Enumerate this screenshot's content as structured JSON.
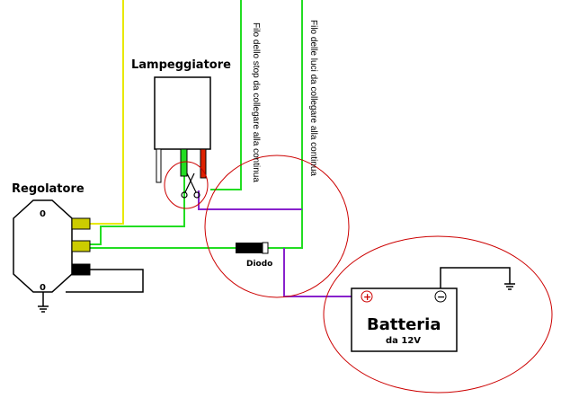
{
  "labels": {
    "flasher": "Lampeggiatore",
    "regulator": "Regolatore",
    "stop_wire": "Filo dello stop da collegare alla continua",
    "lights_wire": "Filo delle luci da collegare alla continua",
    "diode": "Diodo",
    "battery": "Batteria",
    "battery_voltage": "da 12V",
    "reg_terminal_top": "0",
    "reg_terminal_bottom": "0",
    "plus_sign": "+",
    "minus_sign": "−"
  },
  "colors": {
    "wire_yellow": "#e8e800",
    "wire_green": "#22dd22",
    "wire_purple": "#8822cc",
    "wire_red": "#dd2200",
    "wire_black": "#000000",
    "circle": "#cc0000",
    "connector_yellow": "#cccc00"
  }
}
